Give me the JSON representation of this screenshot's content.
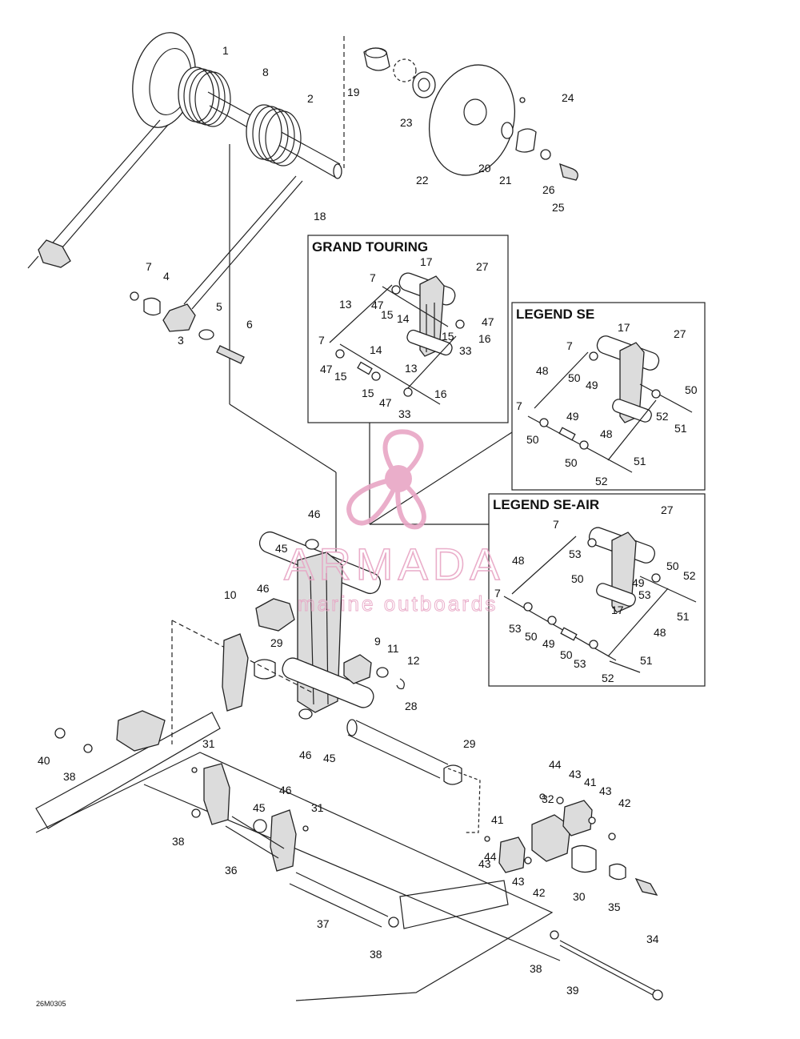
{
  "insets": {
    "grand_touring": {
      "title": "GRAND TOURING"
    },
    "legend_se": {
      "title": "LEGEND SE"
    },
    "legend_se_air": {
      "title": "LEGEND SE-AIR"
    }
  },
  "watermark": {
    "brand": "ARMADA",
    "tagline": "marine outboards",
    "color": "#e8a6c5"
  },
  "footer_code": "26M0305",
  "callouts": [
    {
      "label": "1"
    },
    {
      "label": "8"
    },
    {
      "label": "2"
    },
    {
      "label": "18"
    },
    {
      "label": "19"
    },
    {
      "label": "23"
    },
    {
      "label": "22"
    },
    {
      "label": "24"
    },
    {
      "label": "20"
    },
    {
      "label": "21"
    },
    {
      "label": "26"
    },
    {
      "label": "25"
    },
    {
      "label": "7"
    },
    {
      "label": "4"
    },
    {
      "label": "5"
    },
    {
      "label": "6"
    },
    {
      "label": "3"
    },
    {
      "label": "17"
    },
    {
      "label": "27"
    },
    {
      "label": "7"
    },
    {
      "label": "47"
    },
    {
      "label": "13"
    },
    {
      "label": "15"
    },
    {
      "label": "14"
    },
    {
      "label": "47"
    },
    {
      "label": "15"
    },
    {
      "label": "33"
    },
    {
      "label": "16"
    },
    {
      "label": "7"
    },
    {
      "label": "14"
    },
    {
      "label": "47"
    },
    {
      "label": "15"
    },
    {
      "label": "13"
    },
    {
      "label": "15"
    },
    {
      "label": "16"
    },
    {
      "label": "47"
    },
    {
      "label": "33"
    },
    {
      "label": "17"
    },
    {
      "label": "27"
    },
    {
      "label": "7"
    },
    {
      "label": "48"
    },
    {
      "label": "50"
    },
    {
      "label": "49"
    },
    {
      "label": "50"
    },
    {
      "label": "7"
    },
    {
      "label": "52"
    },
    {
      "label": "51"
    },
    {
      "label": "49"
    },
    {
      "label": "50"
    },
    {
      "label": "48"
    },
    {
      "label": "50"
    },
    {
      "label": "51"
    },
    {
      "label": "52"
    },
    {
      "label": "27"
    },
    {
      "label": "7"
    },
    {
      "label": "48"
    },
    {
      "label": "53"
    },
    {
      "label": "50"
    },
    {
      "label": "50"
    },
    {
      "label": "52"
    },
    {
      "label": "49"
    },
    {
      "label": "53"
    },
    {
      "label": "7"
    },
    {
      "label": "17"
    },
    {
      "label": "51"
    },
    {
      "label": "53"
    },
    {
      "label": "50"
    },
    {
      "label": "49"
    },
    {
      "label": "48"
    },
    {
      "label": "50"
    },
    {
      "label": "53"
    },
    {
      "label": "51"
    },
    {
      "label": "52"
    },
    {
      "label": "46"
    },
    {
      "label": "45"
    },
    {
      "label": "10"
    },
    {
      "label": "46"
    },
    {
      "label": "9"
    },
    {
      "label": "11"
    },
    {
      "label": "12"
    },
    {
      "label": "29"
    },
    {
      "label": "28"
    },
    {
      "label": "46"
    },
    {
      "label": "45"
    },
    {
      "label": "40"
    },
    {
      "label": "38"
    },
    {
      "label": "31"
    },
    {
      "label": "29"
    },
    {
      "label": "44"
    },
    {
      "label": "43"
    },
    {
      "label": "41"
    },
    {
      "label": "43"
    },
    {
      "label": "32"
    },
    {
      "label": "42"
    },
    {
      "label": "46"
    },
    {
      "label": "31"
    },
    {
      "label": "45"
    },
    {
      "label": "41"
    },
    {
      "label": "38"
    },
    {
      "label": "44"
    },
    {
      "label": "43"
    },
    {
      "label": "43"
    },
    {
      "label": "36"
    },
    {
      "label": "42"
    },
    {
      "label": "30"
    },
    {
      "label": "35"
    },
    {
      "label": "34"
    },
    {
      "label": "37"
    },
    {
      "label": "38"
    },
    {
      "label": "38"
    },
    {
      "label": "39"
    }
  ]
}
